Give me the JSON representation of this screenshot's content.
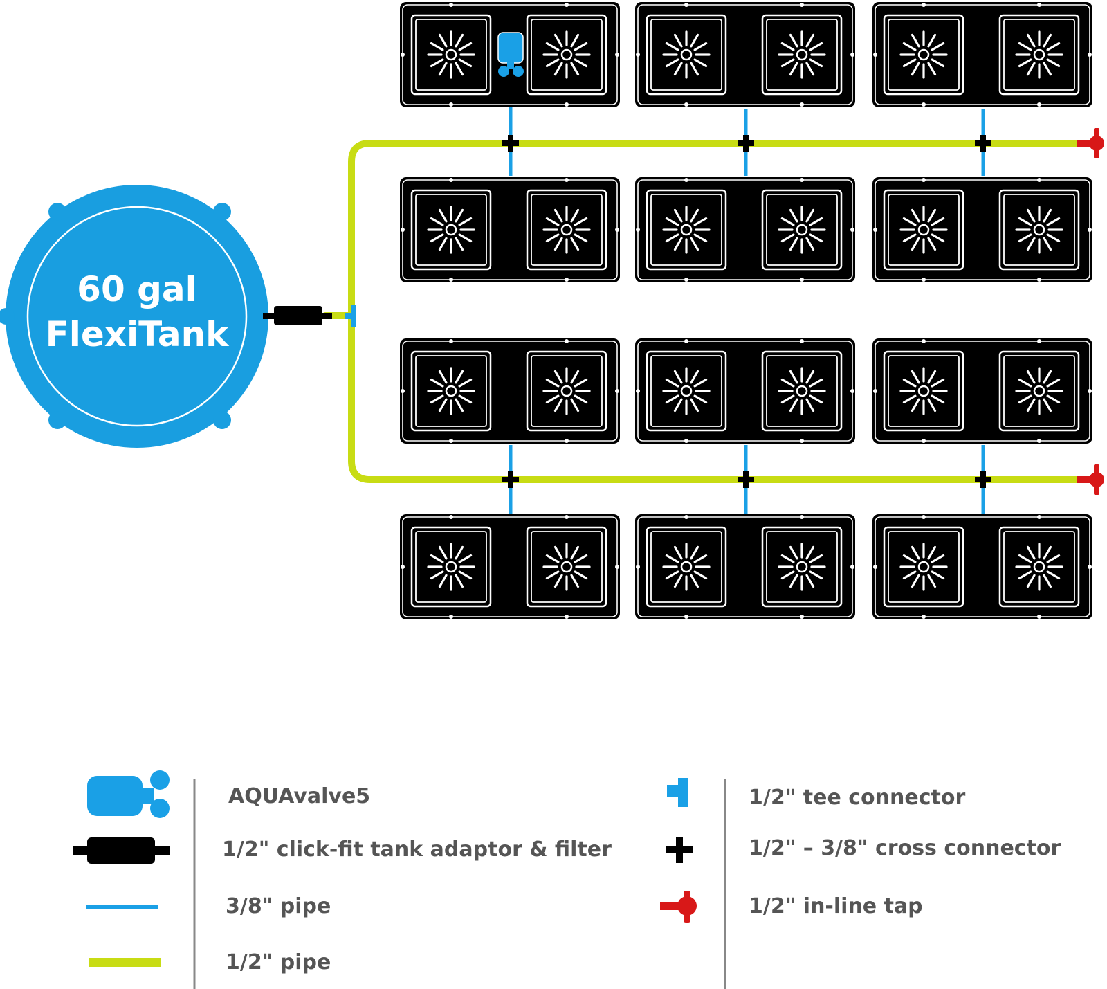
{
  "tank": {
    "line1": "60 gal",
    "line2": "FlexiTank"
  },
  "layout": {
    "rows": 4,
    "columns": 3,
    "trays": 12,
    "pots_per_tray": 2,
    "aquavalves_shown": 1
  },
  "colors": {
    "tank": "#199ee0",
    "half_inch_pipe": "#c8dc14",
    "three_eighth_pipe": "#1aa0e6",
    "tray": "#000000",
    "tap": "#d81818",
    "legend_text": "#555555"
  },
  "legend": {
    "left": [
      {
        "icon": "aquavalve-icon",
        "label": "AQUAvalve5"
      },
      {
        "icon": "tank-adaptor-filter-icon",
        "label": "1/2\" click-fit tank adaptor & filter"
      },
      {
        "icon": "three-eighth-pipe-icon",
        "label": "3/8\" pipe"
      },
      {
        "icon": "half-inch-pipe-icon",
        "label": "1/2\" pipe"
      }
    ],
    "right": [
      {
        "icon": "tee-connector-icon",
        "label": "1/2\" tee connector"
      },
      {
        "icon": "cross-connector-icon",
        "label": "1/2\" – 3/8\" cross connector"
      },
      {
        "icon": "inline-tap-icon",
        "label": "1/2\" in-line tap"
      }
    ]
  }
}
